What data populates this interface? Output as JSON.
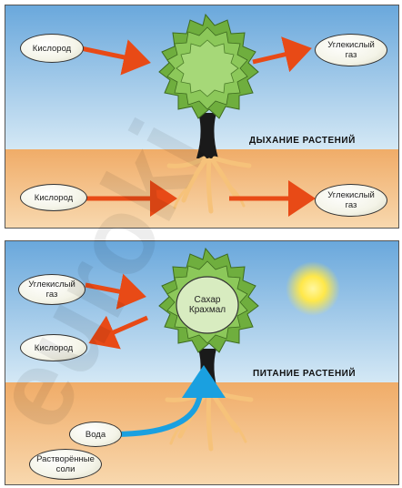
{
  "top_panel": {
    "title": "ДЫХАНИЕ РАСТЕНИЙ",
    "oxygen_in": "Кислород",
    "co2_out": "Углекислый\nгаз",
    "oxygen_soil": "Кислород",
    "co2_soil": "Углекислый\nгаз"
  },
  "bottom_panel": {
    "title": "ПИТАНИЕ РАСТЕНИЙ",
    "co2_in": "Углекислый\nгаз",
    "oxygen_out": "Кислород",
    "sugar_starch": "Сахар\nКрахмал",
    "water": "Вода",
    "mineral_salts": "Растворённые\nсоли"
  },
  "watermark": "euroki",
  "colors": {
    "sky_top": "#6aa8dc",
    "sky_bottom": "#cfe4f3",
    "soil_top": "#f2b070",
    "soil_bottom": "#f8d5a8",
    "arrow_orange": "#e84a16",
    "arrow_blue": "#1aa0e0",
    "foliage": "#7fbf4a",
    "trunk": "#1a1a1a",
    "roots": "#f6c27a"
  }
}
